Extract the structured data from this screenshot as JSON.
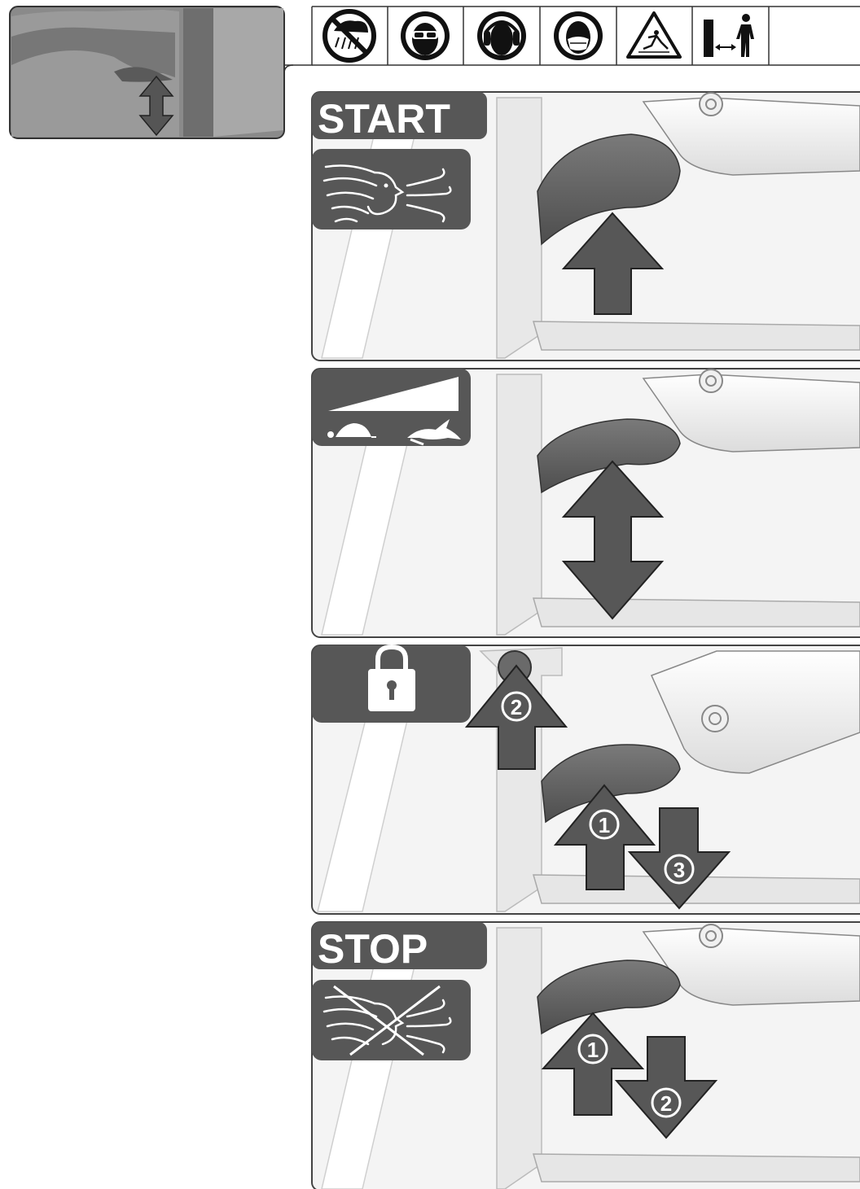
{
  "colors": {
    "dark": "#575757",
    "line": "#222222",
    "panel_bg": "#f2f2f2",
    "handle": "#6a6a6a",
    "white": "#ffffff"
  },
  "header": {
    "icons": [
      {
        "icon": "no-rain-icon"
      },
      {
        "icon": "eye-protection-icon"
      },
      {
        "icon": "ear-protection-icon"
      },
      {
        "icon": "mask-protection-icon"
      },
      {
        "icon": "thrown-objects-warning-icon"
      },
      {
        "icon": "safe-distance-icon"
      }
    ]
  },
  "steps": {
    "start": {
      "label": "START",
      "icon": "blowing-air-icon"
    },
    "speed": {
      "icon": "speed-ramp-icon",
      "slow_icon": "turtle-icon",
      "fast_icon": "rabbit-icon"
    },
    "lock": {
      "icon": "padlock-icon",
      "arrow_up_num": "1",
      "button_num": "2",
      "arrow_down_num": "3"
    },
    "stop": {
      "label": "STOP",
      "icon": "no-blowing-icon",
      "arrow_up_num": "1",
      "arrow_down_num": "2"
    }
  }
}
